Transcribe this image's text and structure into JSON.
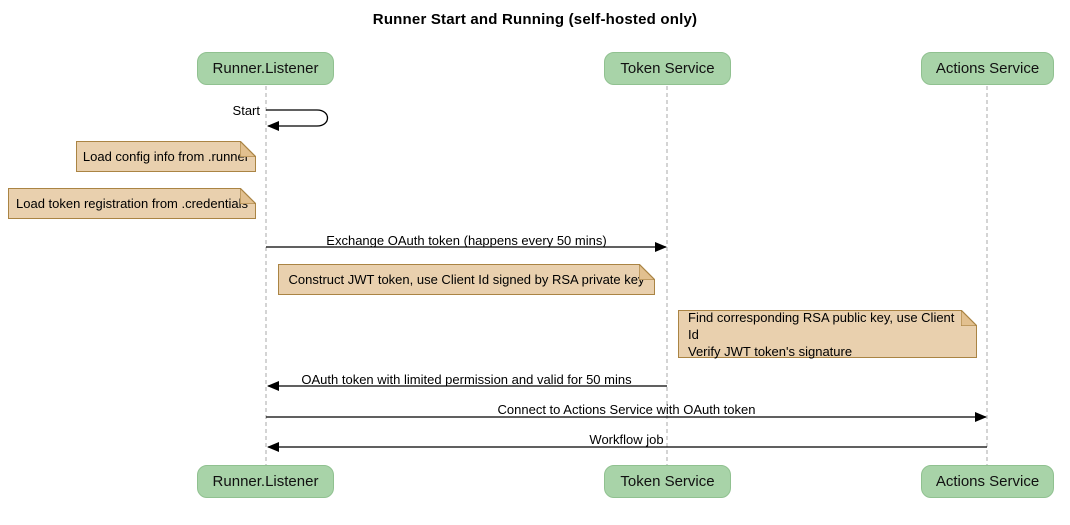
{
  "title": "Runner Start and Running (self-hosted only)",
  "colors": {
    "participant_fill": "#a8d3a8",
    "participant_border": "#90c190",
    "note_fill": "#e9d0ae",
    "note_border": "#aa8444",
    "lifeline": "#a9a9a9",
    "arrow": "#000000"
  },
  "participants": [
    {
      "name": "Runner.Listener"
    },
    {
      "name": "Token Service"
    },
    {
      "name": "Actions Service"
    }
  ],
  "messages": {
    "start": {
      "label": "Start",
      "from": "Runner.Listener",
      "to": "Runner.Listener"
    },
    "exchange": {
      "label": "Exchange OAuth token (happens every 50 mins)",
      "from": "Runner.Listener",
      "to": "Token Service"
    },
    "oauth_return": {
      "label": "OAuth token with limited permission and valid for 50 mins",
      "from": "Token Service",
      "to": "Runner.Listener"
    },
    "connect": {
      "label": "Connect to Actions Service with OAuth token",
      "from": "Runner.Listener",
      "to": "Actions Service"
    },
    "workflow": {
      "label": "Workflow job",
      "from": "Actions Service",
      "to": "Runner.Listener"
    }
  },
  "notes": {
    "load_config": {
      "text": "Load config info from .runner"
    },
    "load_token": {
      "text": "Load token registration from .credentials"
    },
    "construct_jwt": {
      "text": "Construct JWT token, use Client Id signed by RSA private key"
    },
    "verify_jwt": {
      "line1": "Find corresponding RSA public key, use Client Id",
      "line2": "Verify JWT token's signature"
    }
  }
}
